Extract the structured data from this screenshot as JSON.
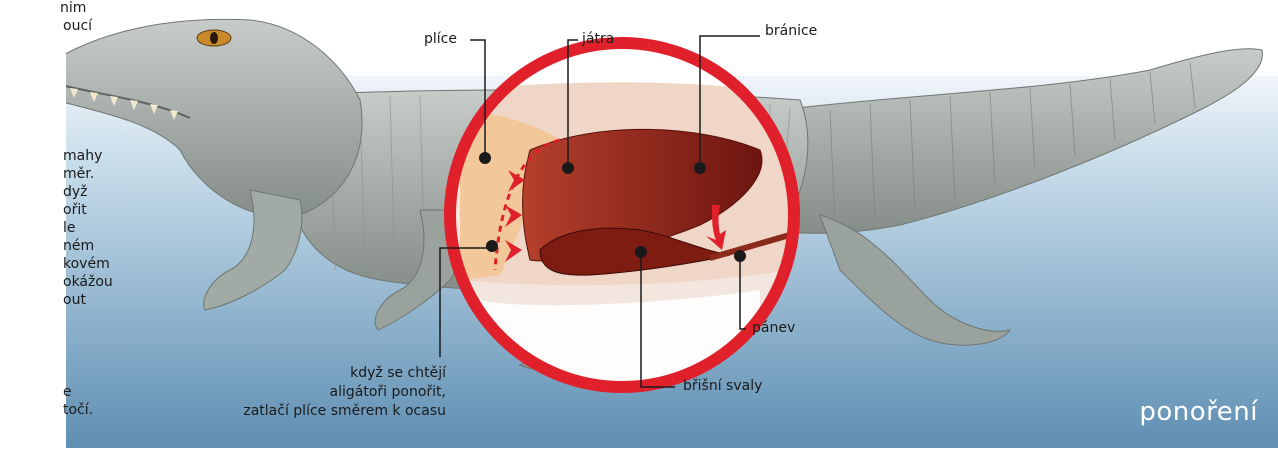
{
  "side_text_top": [
    "nim",
    "oucí"
  ],
  "side_text_body": [
    "mahy",
    "měr.",
    "dyž",
    "ořit",
    "le",
    "ném",
    "kovém",
    "okážou",
    "out",
    "",
    "e",
    "točí."
  ],
  "labels": {
    "plice": "plíce",
    "jatra": "játra",
    "branice": "bránice",
    "panev": "pánev",
    "brisni_svaly": "břišní svaly",
    "note": [
      "když se chtějí",
      "aligátoři ponořit,",
      "zatlačí plíce směrem k ocasu"
    ]
  },
  "title": "ponoření",
  "colors": {
    "water": "#6f9bbd",
    "water_light": "#e6f0f6",
    "alligator": "#a9b1ad",
    "ring": "#e0202a",
    "liver": "#9a2a1e",
    "lung": "#f2c79a",
    "arrow": "#e0202a"
  }
}
